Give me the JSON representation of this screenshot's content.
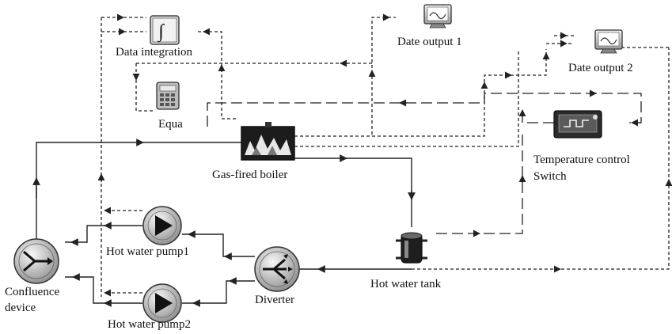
{
  "components": {
    "data_integration": {
      "label": "Data integration",
      "icon": "integral-icon"
    },
    "date_output_1": {
      "label": "Date output 1",
      "icon": "monitor-icon"
    },
    "date_output_2": {
      "label": "Date output 2",
      "icon": "monitor-icon"
    },
    "equa": {
      "label": "Equa",
      "icon": "calculator-icon"
    },
    "gas_fired_boiler": {
      "label": "Gas-fired boiler",
      "icon": "boiler-icon"
    },
    "temperature_control_switch": {
      "label_line1": "Temperature control",
      "label_line2": "Switch",
      "icon": "controller-icon"
    },
    "hot_water_tank": {
      "label": "Hot water tank",
      "icon": "tank-icon"
    },
    "diverter": {
      "label": "Diverter",
      "icon": "diverter-icon"
    },
    "hot_water_pump_1": {
      "label": "Hot water pump1",
      "icon": "pump-icon"
    },
    "hot_water_pump_2": {
      "label": "Hot water pump2",
      "icon": "pump-icon"
    },
    "confluence_device": {
      "label_line1": "Confluence",
      "label_line2": "device",
      "icon": "mixer-icon"
    }
  },
  "colors": {
    "line": "#222222",
    "background": "#ffffff"
  }
}
